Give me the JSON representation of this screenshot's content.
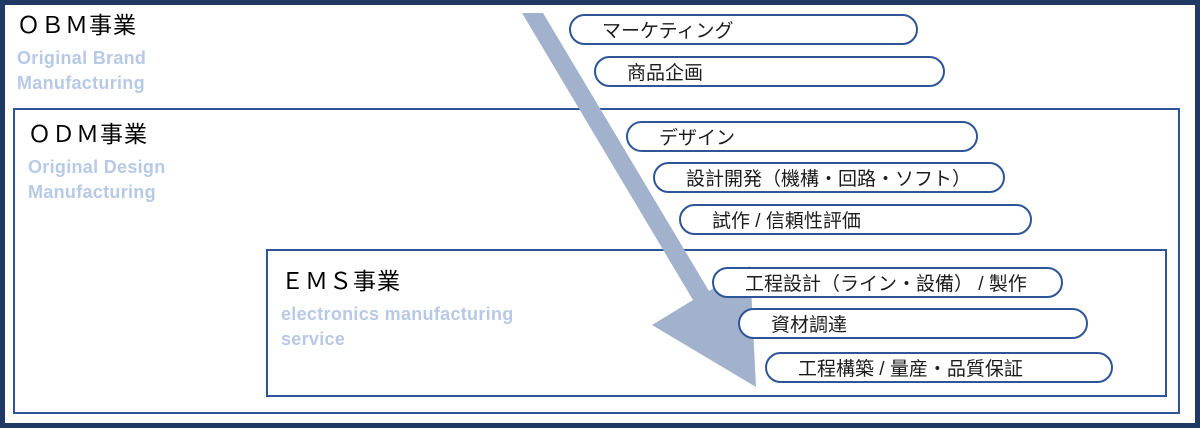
{
  "colors": {
    "outer_border": "#1f3864",
    "inner_border": "#2e5597",
    "arrow_fill": "#a3b2cc",
    "subtitle_text": "#b7c9e5",
    "pill_text": "#1c1c1c",
    "title_text": "#000000",
    "background": "#ffffff"
  },
  "sections": {
    "obm": {
      "title": "ＯＢＭ事業",
      "subtitle_line1": "Original Brand",
      "subtitle_line2": "Manufacturing"
    },
    "odm": {
      "title": "ＯＤＭ事業",
      "subtitle_line1": "Original Design",
      "subtitle_line2": "Manufacturing"
    },
    "ems": {
      "title": "ＥＭＳ事業",
      "subtitle_line1": "electronics manufacturing",
      "subtitle_line2": "service"
    }
  },
  "pills": [
    {
      "label": "マーケティング",
      "section": "obm"
    },
    {
      "label": "商品企画",
      "section": "obm"
    },
    {
      "label": "デザイン",
      "section": "odm"
    },
    {
      "label": "設計開発（機構・回路・ソフト）",
      "section": "odm"
    },
    {
      "label": "試作 / 信頼性評価",
      "section": "odm"
    },
    {
      "label": "工程設計（ライン・設備） / 製作",
      "section": "ems"
    },
    {
      "label": "資材調達",
      "section": "ems"
    },
    {
      "label": "工程構築 / 量産・品質保証",
      "section": "ems"
    }
  ]
}
